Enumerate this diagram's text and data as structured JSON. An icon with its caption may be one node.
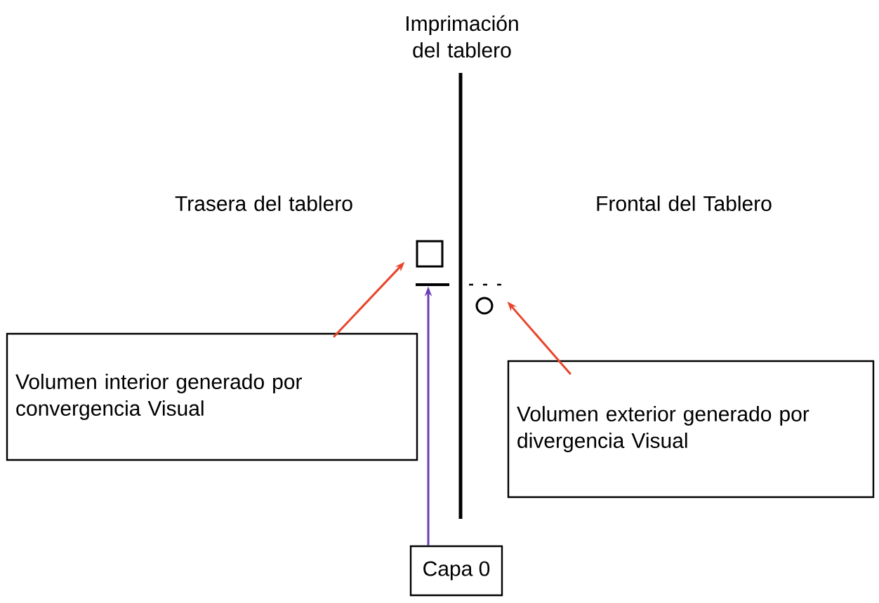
{
  "diagram": {
    "nodes": [
      {
        "text": [
          "Volumen interior generado por convergencia Visual"
        ]
      },
      {
        "text": [
          "Volumen exterior generado por divergencia Visual"
        ]
      },
      {
        "text": [
          "Capa 0"
        ]
      },
      {
        "text": [],
        "shape": "box"
      },
      {
        "text": [],
        "shape": "circle"
      },
      {
        "text": [],
        "shape": "bar"
      }
    ],
    "edges": [
      {
        "from": 0,
        "to": 3,
        "arrow": "to"
      },
      {
        "from": 1,
        "to": 4,
        "arrow": "to"
      },
      {
        "from": 2,
        "to": 5,
        "arrow": "to",
        "color": "#6a3db8"
      }
    ],
    "labels": [
      "Imprimación del tablero",
      "Trasera del tablero",
      "Frontal del Tablero"
    ]
  }
}
